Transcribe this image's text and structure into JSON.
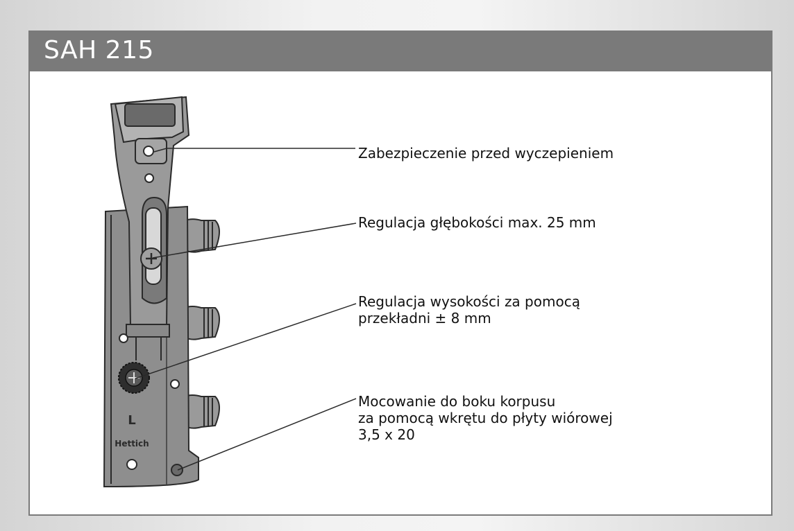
{
  "header": {
    "title": "SAH 215"
  },
  "product": {
    "brand_mark": "Hettich",
    "side_mark": "L"
  },
  "callouts": [
    {
      "lines": [
        "Zabezpieczenie przed wyczepieniem"
      ]
    },
    {
      "lines": [
        "Regulacja głębokości max. 25 mm"
      ]
    },
    {
      "lines": [
        "Regulacja wysokości za pomocą",
        "przekładni ± 8 mm"
      ]
    },
    {
      "lines": [
        "Mocowanie do boku korpusu",
        "za pomocą wkrętu do płyty wiórowej",
        "3,5 x 20"
      ]
    }
  ],
  "colors": {
    "header_bg": "#7a7a7a",
    "part_fill": "#8e8e8e",
    "part_dark": "#4a4a4a"
  }
}
